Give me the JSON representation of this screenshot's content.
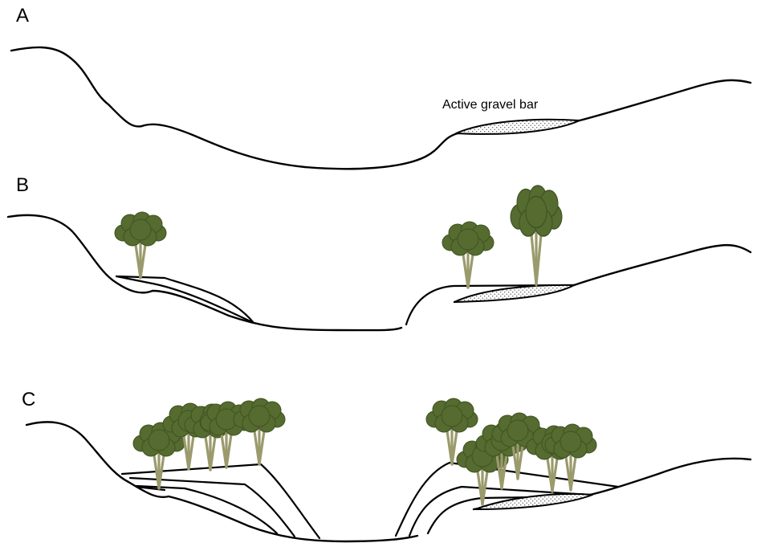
{
  "panels": [
    {
      "label": "A"
    },
    {
      "label": "B"
    },
    {
      "label": "C"
    }
  ],
  "annotations": {
    "gravel_bar": "Active gravel bar"
  },
  "colors": {
    "line": "#000000",
    "canopy": "#556b2f",
    "canopy_edge": "#3f5222",
    "trunk": "#9a9a6c",
    "gravel_dots": "#555555"
  },
  "icons": {
    "tree": "tree-icon"
  }
}
